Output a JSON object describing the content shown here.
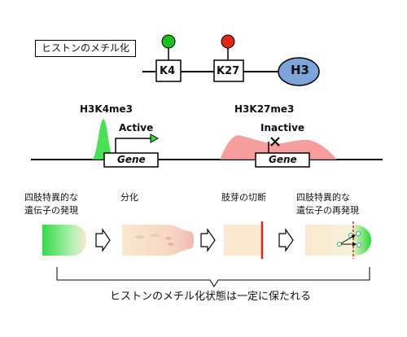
{
  "legend": {
    "label": "ヒストンのメチル化"
  },
  "histone": {
    "protein": "H3",
    "marks": [
      {
        "label": "K4",
        "color": "#19c219"
      },
      {
        "label": "K27",
        "color": "#e0281a"
      }
    ]
  },
  "tracks": [
    {
      "mark": "H3K4me3",
      "state": "Active",
      "gene": "Gene",
      "color": "#2bd93a"
    },
    {
      "mark": "H3K27me3",
      "state": "Inactive",
      "gene": "Gene",
      "color": "#f58c8c"
    }
  ],
  "steps": [
    {
      "label": "四肢特異的な\n遺伝子の発現"
    },
    {
      "label": "分化"
    },
    {
      "label": "肢芽の切断"
    },
    {
      "label": "四肢特異的な\n遺伝子の再発現"
    }
  ],
  "conclusion": "ヒストンのメチル化状態は一定に保たれる",
  "colors": {
    "accent_green": "#2bd93a",
    "accent_red": "#e0281a",
    "h3_fill": "#7fa4d9",
    "limb_fill": "#fbe8d0"
  }
}
